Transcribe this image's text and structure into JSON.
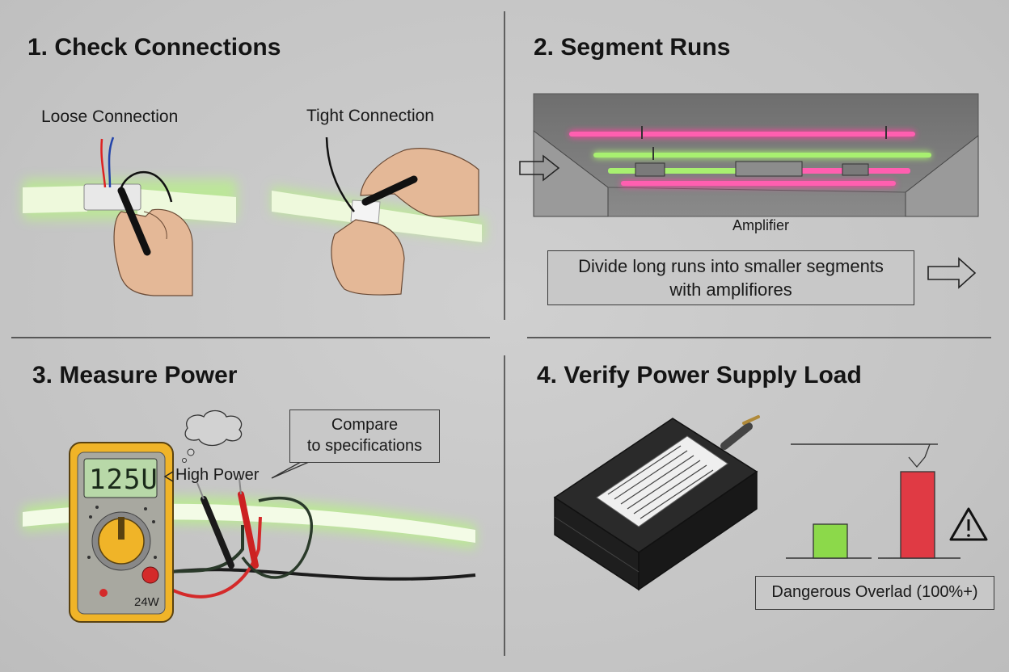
{
  "panels": {
    "p1": {
      "title": "1. Check Connections",
      "loose_label": "Loose Connection",
      "tight_label": "Tight Connection"
    },
    "p2": {
      "title": "2. Segment Runs",
      "amplifier_label": "Amplifier",
      "note_line1": "Divide long runs into smaller segments",
      "note_line2": "with amplifiores"
    },
    "p3": {
      "title": "3. Measure Power",
      "display_value": "125U",
      "meter_label": "24W",
      "high_power_label": "High Power",
      "callout_line1": "Compare",
      "callout_line2": "to specifications"
    },
    "p4": {
      "title": "4. Verify Power Supply Load",
      "overload_label": "Dangerous Overlad (100%+)"
    }
  },
  "load_bars": [
    {
      "name": "normal",
      "color": "#8cd94a",
      "level": 0.37
    },
    {
      "name": "overload",
      "color": "#e03a44",
      "level": 0.95
    }
  ],
  "colors": {
    "neon_green": "#a8f070",
    "neon_pink": "#ff3fa0",
    "meter_yellow": "#f0b428",
    "probe_red": "#d42a2a",
    "warning": "#111111"
  }
}
